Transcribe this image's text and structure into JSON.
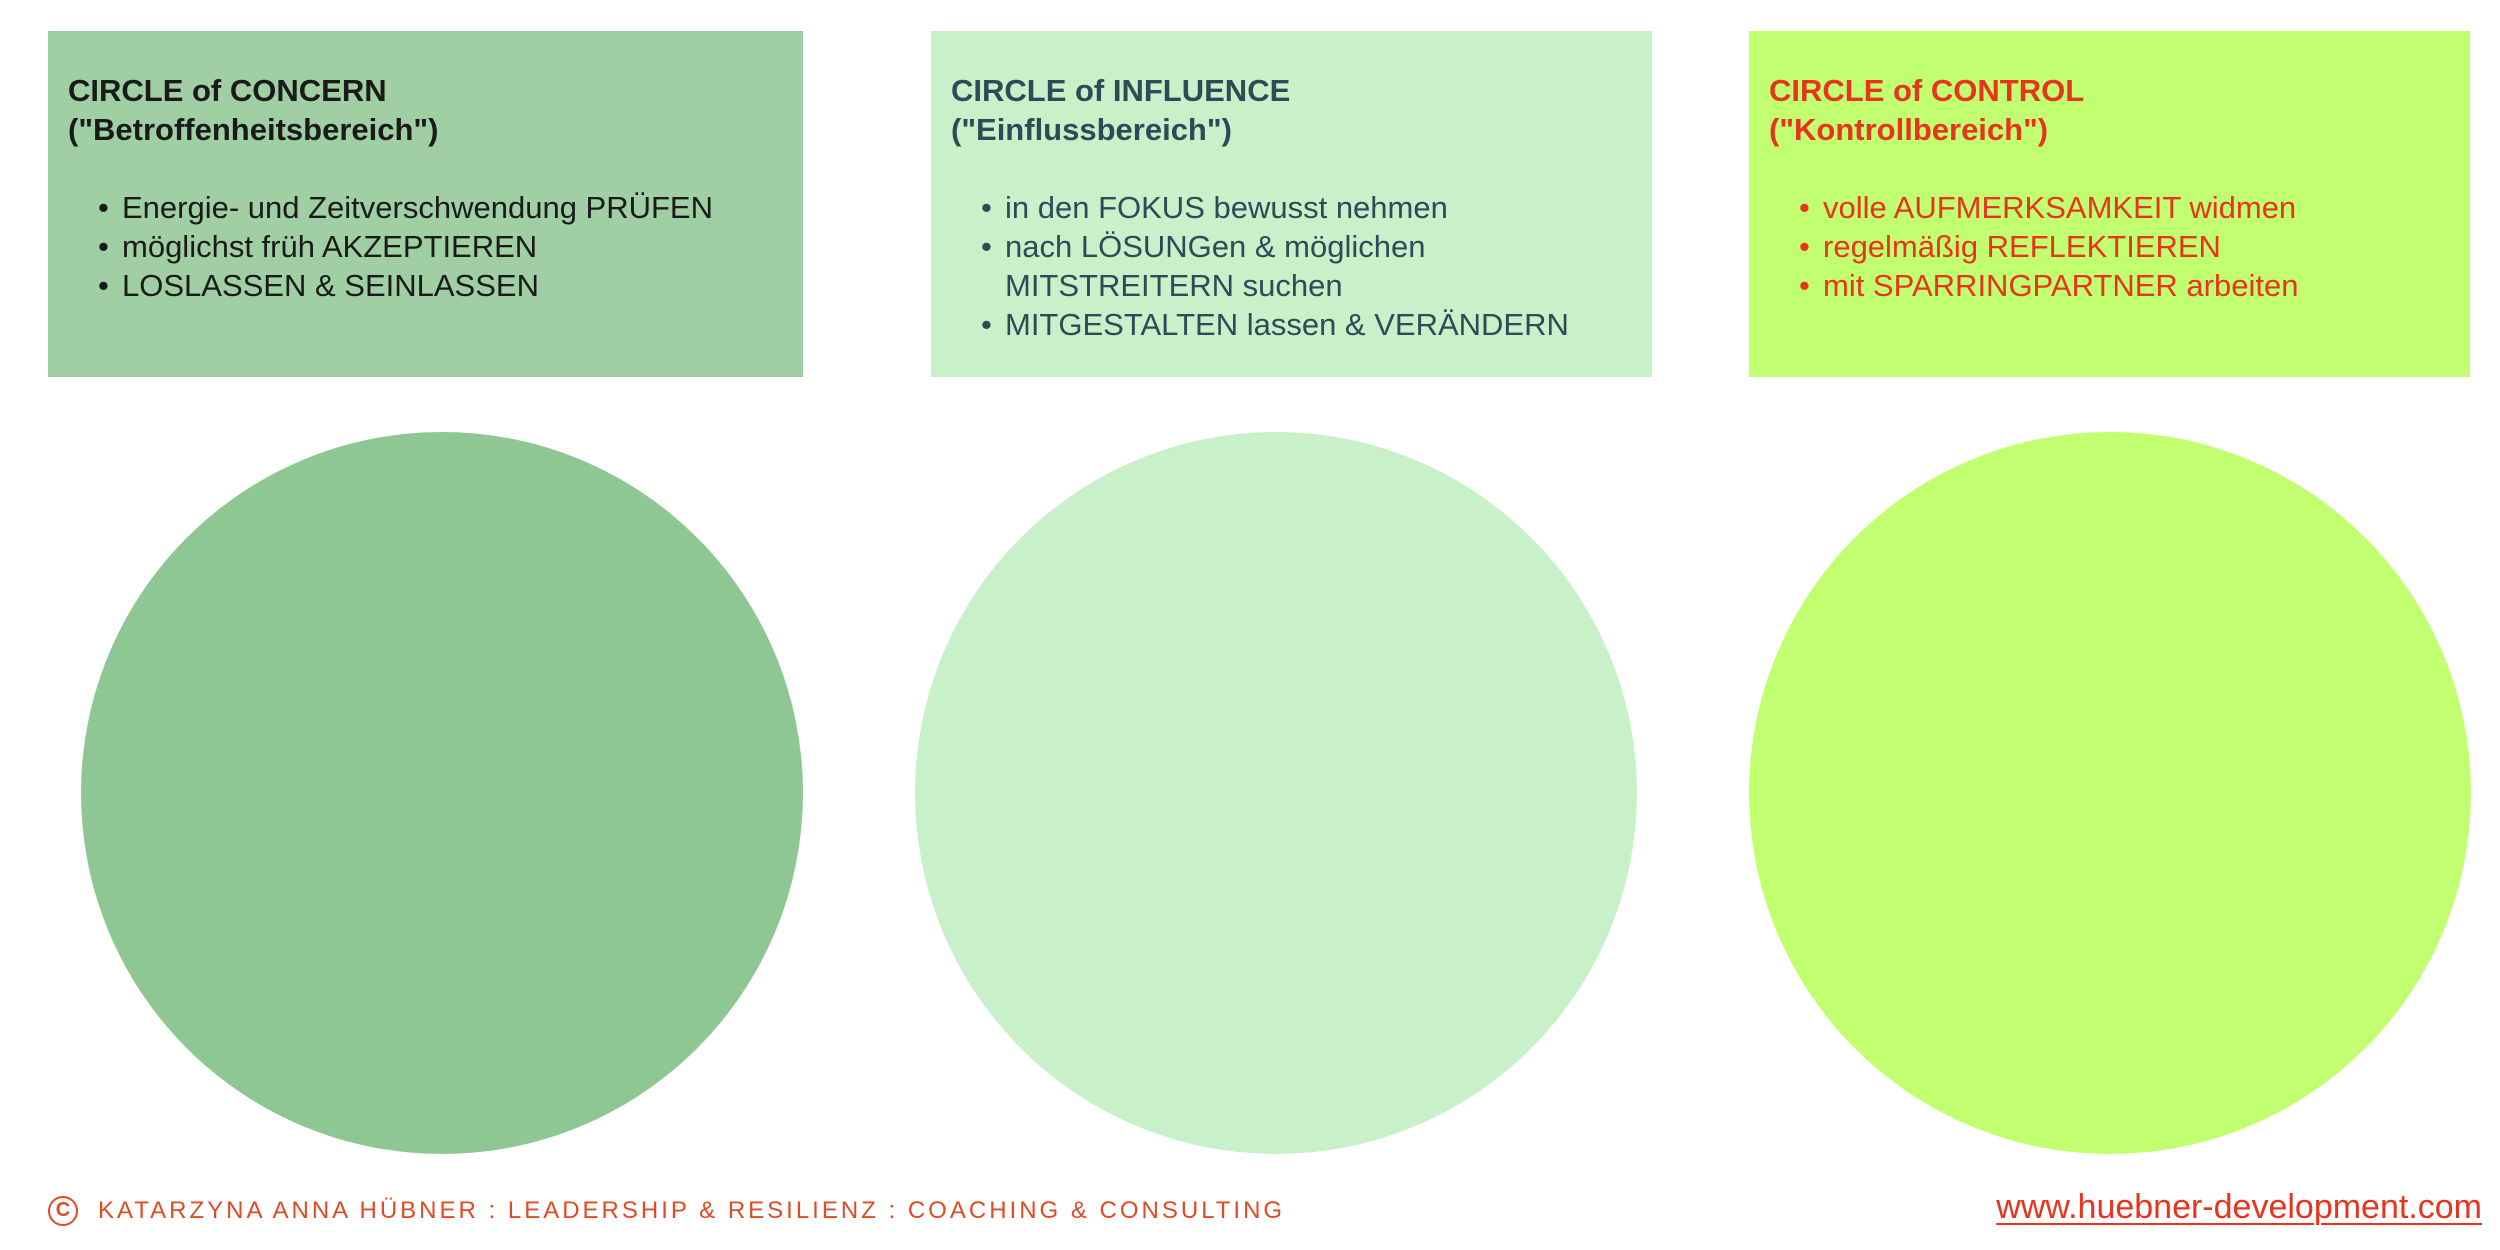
{
  "colors": {
    "concern_bg": "#9fcfa2",
    "concern_circle": "#8fc794",
    "concern_text": "#1a1a1a",
    "influence_bg": "#c8f1ca",
    "influence_circle": "#c8f1ca",
    "influence_text": "#2f4a56",
    "control_bg": "#c2ff70",
    "control_circle": "#c2ff70",
    "control_text": "#e8341c",
    "footer_text": "#e04a25"
  },
  "concern": {
    "title_line1": "CIRCLE of CONCERN",
    "title_line2": "(\"Betroffenheitsbereich\")",
    "items": [
      "Energie- und Zeitverschwendung PRÜFEN",
      "möglichst früh AKZEPTIEREN",
      "LOSLASSEN & SEINLASSEN"
    ]
  },
  "influence": {
    "title_line1": "CIRCLE of INFLUENCE",
    "title_line2": "(\"Einflussbereich\")",
    "items": [
      "in den FOKUS bewusst nehmen",
      "nach LÖSUNGen & möglichen MITSTREITERN suchen",
      "MITGESTALTEN lassen & VERÄNDERN"
    ]
  },
  "control": {
    "title_line1": "CIRCLE of CONTROL",
    "title_line2": "(\"Kontrollbereich\")",
    "items": [
      "volle AUFMERKSAMKEIT widmen",
      "regelmäßig REFLEKTIEREN",
      "mit SPARRINGPARTNER arbeiten"
    ]
  },
  "footer": {
    "copyright_symbol": "C",
    "copyright_text": "KATARZYNA ANNA HÜBNER : LEADERSHIP & RESILIENZ : COACHING & CONSULTING",
    "url": "www.huebner-development.com"
  }
}
